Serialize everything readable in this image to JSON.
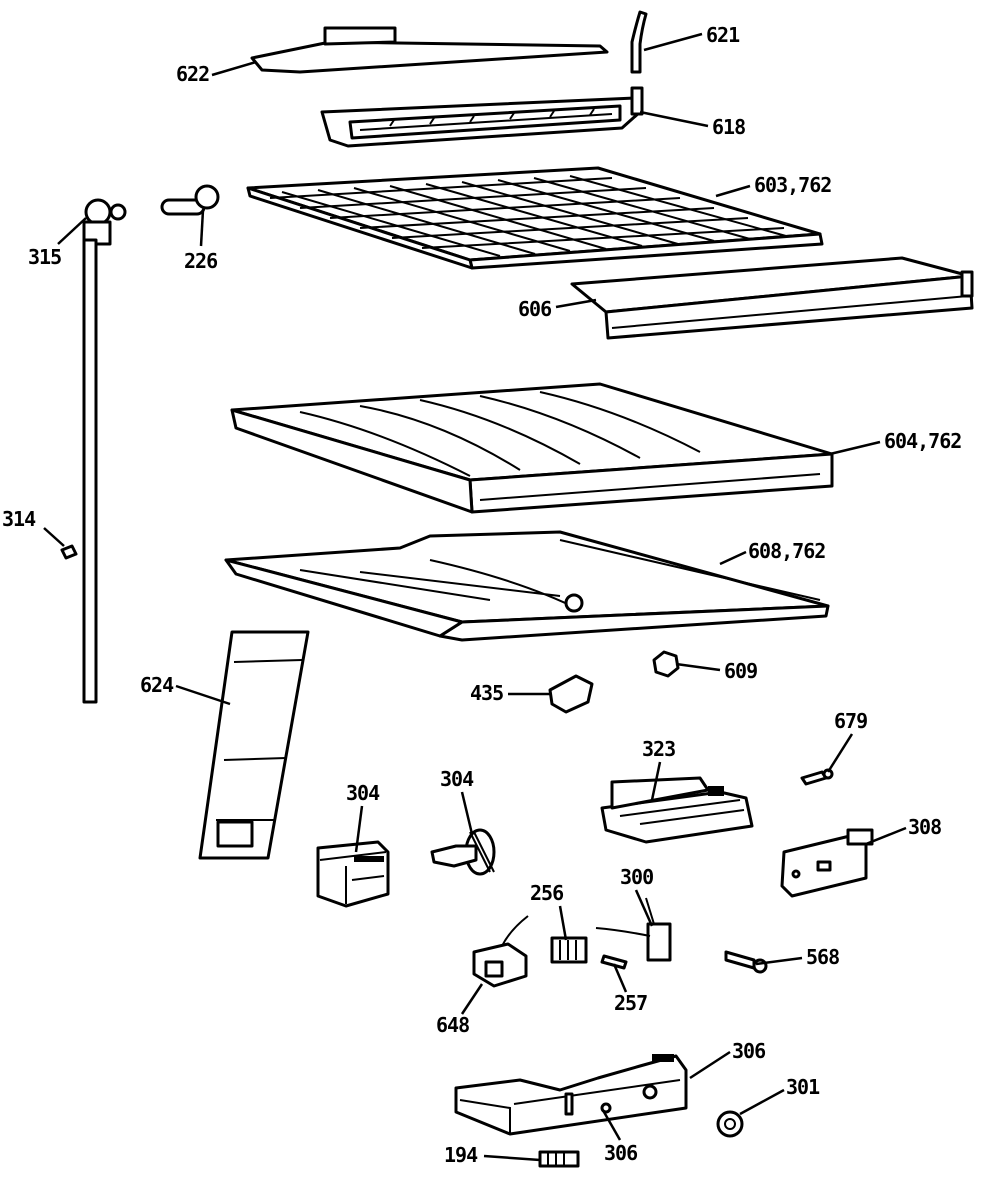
{
  "diagram": {
    "callouts": [
      {
        "id": "c622",
        "text": "622"
      },
      {
        "id": "c621",
        "text": "621"
      },
      {
        "id": "c618",
        "text": "618"
      },
      {
        "id": "c603",
        "text": "603,762"
      },
      {
        "id": "c315",
        "text": "315"
      },
      {
        "id": "c226",
        "text": "226"
      },
      {
        "id": "c606",
        "text": "606"
      },
      {
        "id": "c604",
        "text": "604,762"
      },
      {
        "id": "c314",
        "text": "314"
      },
      {
        "id": "c608",
        "text": "608,762"
      },
      {
        "id": "c624",
        "text": "624"
      },
      {
        "id": "c609",
        "text": "609"
      },
      {
        "id": "c435",
        "text": "435"
      },
      {
        "id": "c679",
        "text": "679"
      },
      {
        "id": "c323",
        "text": "323"
      },
      {
        "id": "c304a",
        "text": "304"
      },
      {
        "id": "c304b",
        "text": "304"
      },
      {
        "id": "c308",
        "text": "308"
      },
      {
        "id": "c300",
        "text": "300"
      },
      {
        "id": "c256",
        "text": "256"
      },
      {
        "id": "c568",
        "text": "568"
      },
      {
        "id": "c257",
        "text": "257"
      },
      {
        "id": "c648",
        "text": "648"
      },
      {
        "id": "c306a",
        "text": "306"
      },
      {
        "id": "c301",
        "text": "301"
      },
      {
        "id": "c194",
        "text": "194"
      },
      {
        "id": "c306b",
        "text": "306"
      }
    ]
  }
}
